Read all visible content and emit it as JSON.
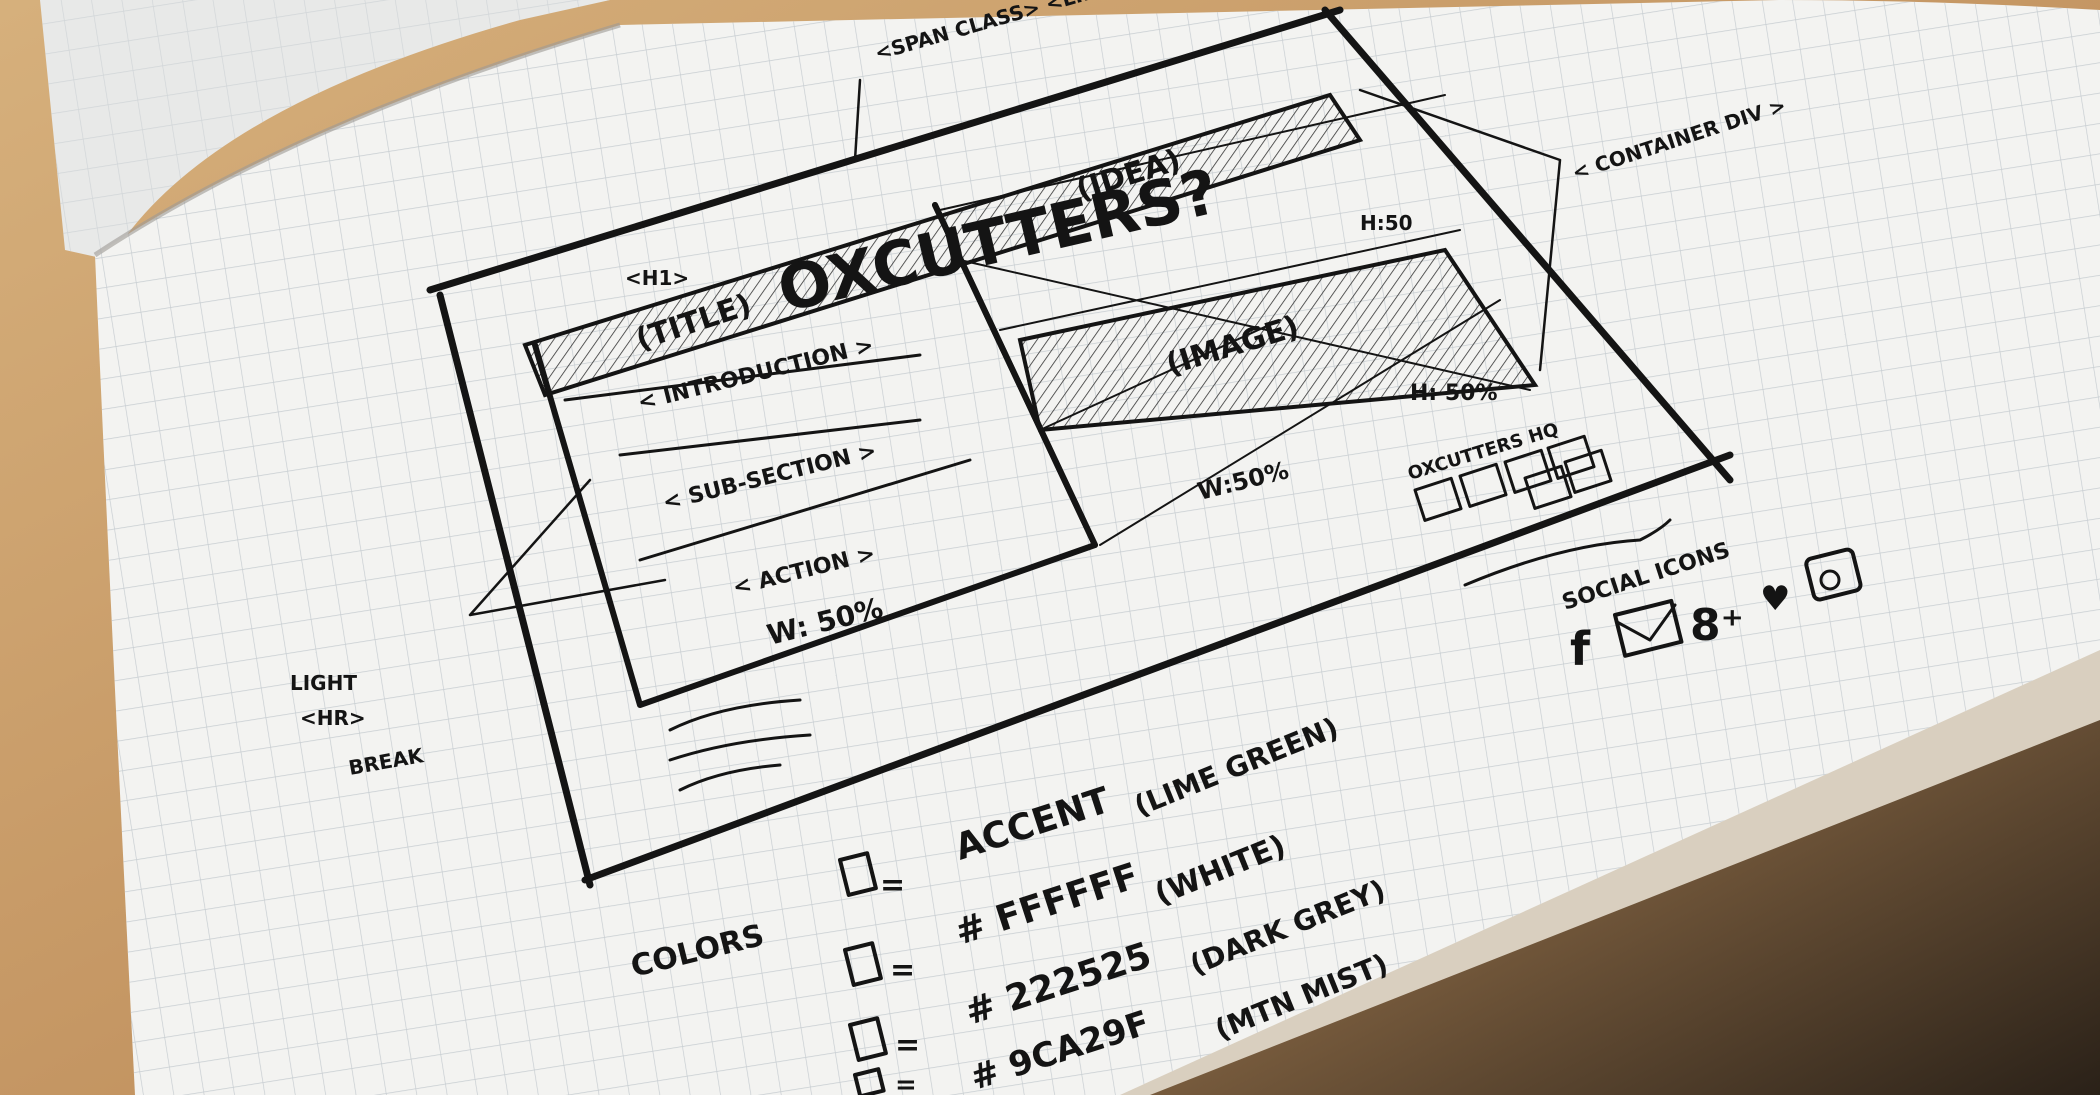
{
  "logo": {
    "text": "OXCUTTERS?",
    "annotation": "<SPAN CLASS> <LINE>"
  },
  "labels": {
    "h1": "<H1>",
    "idea": "(IDEA)",
    "h50": "H:50",
    "title": "(TITLE)",
    "introduction": "< INTRODUCTION >",
    "sub_section": "< SUB-SECTION >",
    "action": "< ACTION >",
    "left_width": "W: 50%",
    "image": "(IMAGE)",
    "image_height": "H: 50%",
    "image_width": "W:50%",
    "container": "< CONTAINER DIV >",
    "hq": "OXCUTTERS HQ",
    "social_icons": "SOCIAL ICONS",
    "light_hr_break": [
      "LIGHT",
      "<HR>",
      "BREAK"
    ]
  },
  "colors": {
    "heading": "COLORS",
    "swatches": [
      {
        "code": "ACCENT",
        "name": "(LIME GREEN)"
      },
      {
        "code": "# FFFFFF",
        "name": "(WHITE)"
      },
      {
        "code": "# 222525",
        "name": "(DARK GREY)"
      },
      {
        "code": "# 9CA29F",
        "name": "(MTN MIST)"
      }
    ]
  },
  "social": [
    "facebook-icon",
    "mail-icon",
    "google-plus-icon",
    "twitter-icon",
    "instagram-icon"
  ],
  "palette": {
    "paper": "#f3f3f1",
    "grid": "#c7cdd1",
    "ink": "#141414",
    "desk": "#c9a06c"
  }
}
